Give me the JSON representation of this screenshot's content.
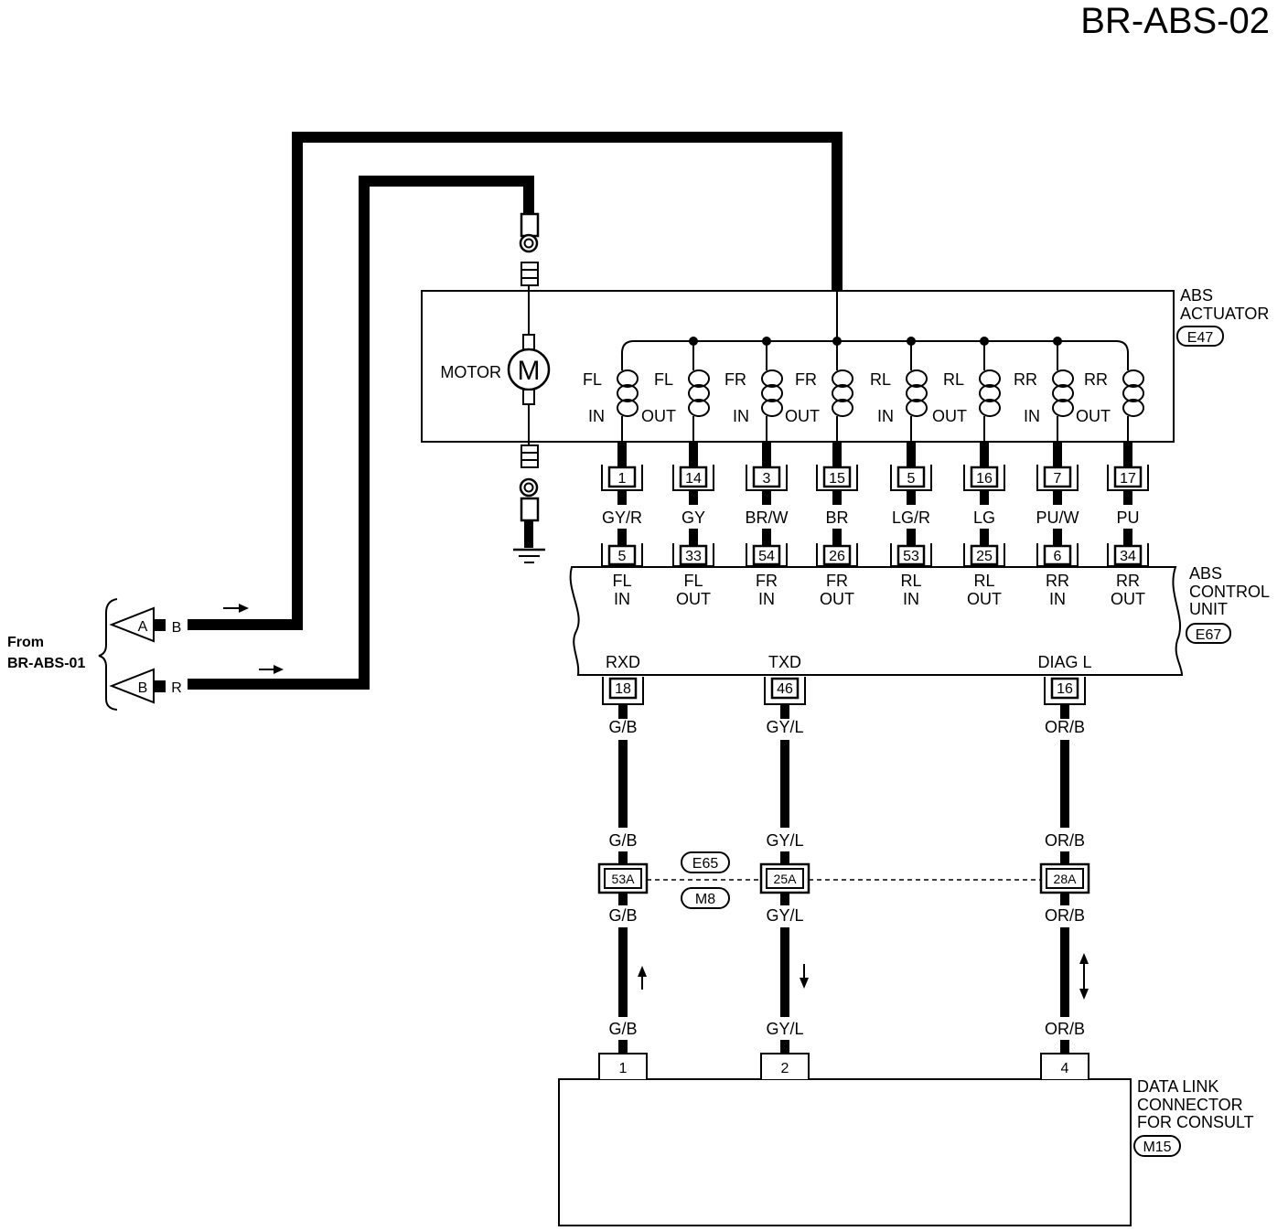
{
  "title": "BR-ABS-02",
  "source": {
    "from": "From",
    "reference": "BR-ABS-01",
    "connectors": [
      {
        "id": "A",
        "wire_color": "B"
      },
      {
        "id": "B",
        "wire_color": "R"
      }
    ]
  },
  "actuator": {
    "name_lines": [
      "ABS",
      "ACTUATOR"
    ],
    "connector": "E47",
    "motor_label": "MOTOR",
    "motor_symbol": "M"
  },
  "solenoid_circuits": [
    {
      "wheel": "FL",
      "port": "IN",
      "actuator_pin": "1",
      "wire_color": "GY/R",
      "control_unit_pin": "5"
    },
    {
      "wheel": "FL",
      "port": "OUT",
      "actuator_pin": "14",
      "wire_color": "GY",
      "control_unit_pin": "33"
    },
    {
      "wheel": "FR",
      "port": "IN",
      "actuator_pin": "3",
      "wire_color": "BR/W",
      "control_unit_pin": "54"
    },
    {
      "wheel": "FR",
      "port": "OUT",
      "actuator_pin": "15",
      "wire_color": "BR",
      "control_unit_pin": "26"
    },
    {
      "wheel": "RL",
      "port": "IN",
      "actuator_pin": "5",
      "wire_color": "LG/R",
      "control_unit_pin": "53"
    },
    {
      "wheel": "RL",
      "port": "OUT",
      "actuator_pin": "16",
      "wire_color": "LG",
      "control_unit_pin": "25"
    },
    {
      "wheel": "RR",
      "port": "IN",
      "actuator_pin": "7",
      "wire_color": "PU/W",
      "control_unit_pin": "6"
    },
    {
      "wheel": "RR",
      "port": "OUT",
      "actuator_pin": "17",
      "wire_color": "PU",
      "control_unit_pin": "34"
    }
  ],
  "control_unit": {
    "name_lines": [
      "ABS",
      "CONTROL",
      "UNIT"
    ],
    "connector": "E67"
  },
  "comm_lines": [
    {
      "signal": "RXD",
      "control_unit_pin": "18",
      "wire_colors": [
        "G/B",
        "G/B",
        "G/B",
        "G/B"
      ],
      "joint_pin": "53A",
      "dlc_pin": "1",
      "arrow": "arrow-up-icon"
    },
    {
      "signal": "TXD",
      "control_unit_pin": "46",
      "wire_colors": [
        "GY/L",
        "GY/L",
        "GY/L",
        "GY/L"
      ],
      "joint_pin": "25A",
      "dlc_pin": "2",
      "arrow": "arrow-down-icon"
    },
    {
      "signal": "DIAG L",
      "control_unit_pin": "16",
      "wire_colors": [
        "OR/B",
        "OR/B",
        "OR/B",
        "OR/B"
      ],
      "joint_pin": "28A",
      "dlc_pin": "4",
      "arrow": "arrow-up-down-icon"
    }
  ],
  "joint_connectors": [
    "E65",
    "M8"
  ],
  "data_link_connector": {
    "name_lines": [
      "DATA LINK",
      "CONNECTOR",
      "FOR CONSULT"
    ],
    "connector": "M15"
  }
}
